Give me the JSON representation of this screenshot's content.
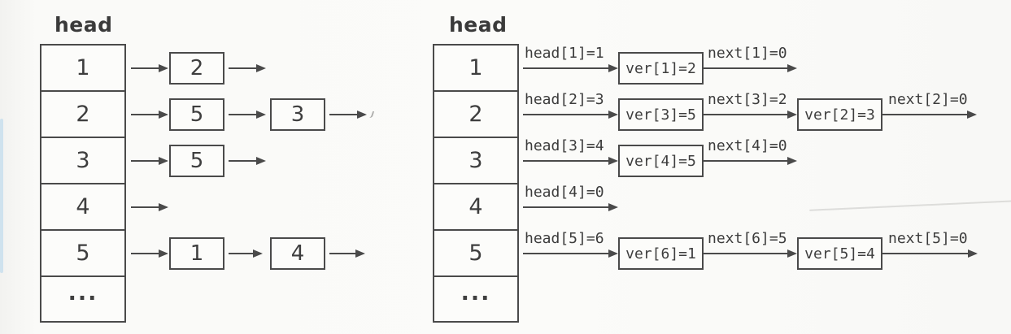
{
  "colors": {
    "ink": "#3e3e3e",
    "line": "#4a4a4a",
    "background": "#fbfbf9",
    "artifact_blue": "#cfe2ee"
  },
  "left_diagram": {
    "title": "head",
    "array_cells": [
      "1",
      "2",
      "3",
      "4",
      "5",
      "..."
    ],
    "chains": [
      {
        "nodes": [
          "2"
        ]
      },
      {
        "nodes": [
          "5",
          "3"
        ]
      },
      {
        "nodes": [
          "5"
        ]
      },
      {
        "nodes": []
      },
      {
        "nodes": [
          "1",
          "4"
        ]
      }
    ]
  },
  "right_diagram": {
    "title": "head",
    "array_cells": [
      "1",
      "2",
      "3",
      "4",
      "5",
      "..."
    ],
    "chains": [
      {
        "head_label": "head[1]=1",
        "nodes": [
          {
            "box": "ver[1]=2",
            "next_label": "next[1]=0"
          }
        ]
      },
      {
        "head_label": "head[2]=3",
        "nodes": [
          {
            "box": "ver[3]=5",
            "next_label": "next[3]=2"
          },
          {
            "box": "ver[2]=3",
            "next_label": "next[2]=0"
          }
        ]
      },
      {
        "head_label": "head[3]=4",
        "nodes": [
          {
            "box": "ver[4]=5",
            "next_label": "next[4]=0"
          }
        ]
      },
      {
        "head_label": "head[4]=0",
        "nodes": []
      },
      {
        "head_label": "head[5]=6",
        "nodes": [
          {
            "box": "ver[6]=1",
            "next_label": "next[6]=5"
          },
          {
            "box": "ver[5]=4",
            "next_label": "next[5]=0"
          }
        ]
      }
    ]
  }
}
